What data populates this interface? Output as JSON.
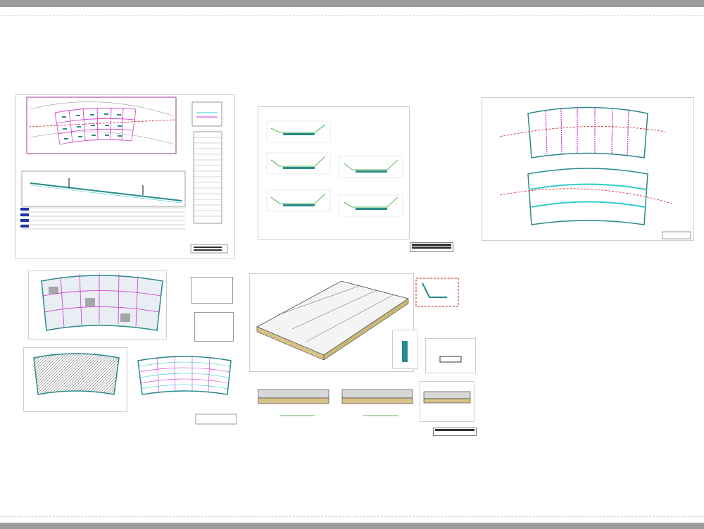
{
  "viewer": {
    "top_bar_color": "#9c9c9c",
    "canvas_color": "#ffffff"
  },
  "sheets": [
    {
      "id": "sheet-plan-profile",
      "description_icon": "drawing-sheet"
    },
    {
      "id": "sheet-cross-sections",
      "description_icon": "drawing-sheet"
    },
    {
      "id": "sheet-plan-curves",
      "description_icon": "drawing-sheet"
    },
    {
      "id": "sheet-paving-layout",
      "description_icon": "drawing-sheet"
    },
    {
      "id": "sheet-details",
      "description_icon": "drawing-sheet"
    }
  ],
  "colors": {
    "teal": "#2a8a8a",
    "cyan": "#33cccc",
    "magenta": "#cc33cc",
    "red_dashed": "#cc2222",
    "green": "#2aa02a",
    "blue": "#2233aa"
  }
}
